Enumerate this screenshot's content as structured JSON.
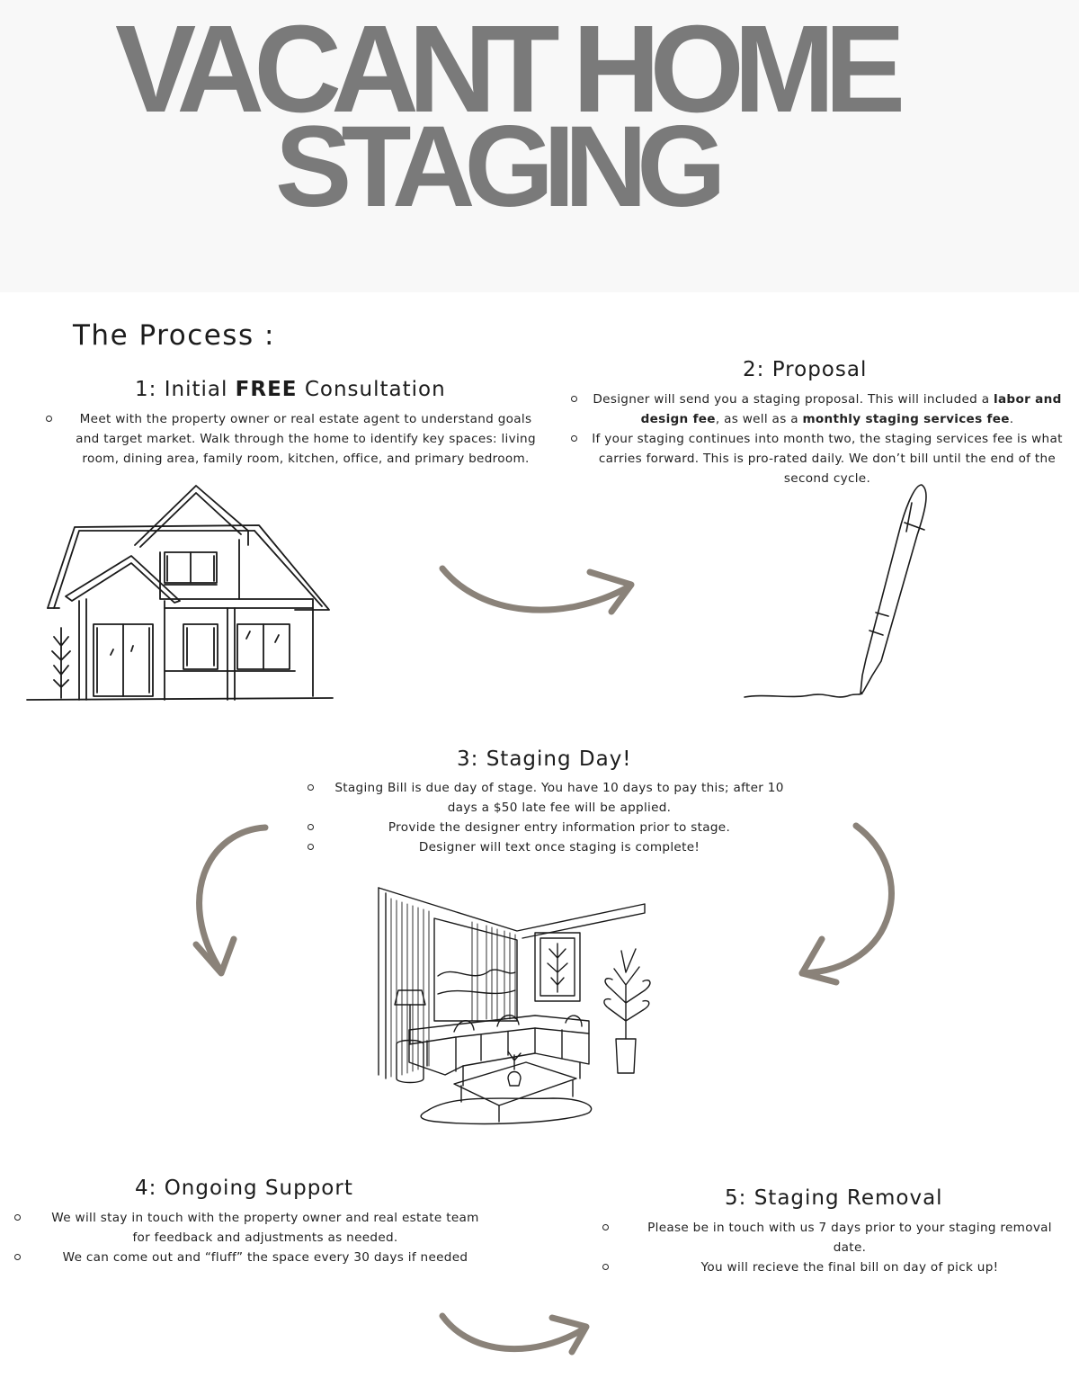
{
  "header": {
    "title_line1": "VACANT HOME",
    "title_line2": "STAGING"
  },
  "process_heading": "The Process :",
  "steps": [
    {
      "number": "1:",
      "title_pre": "Initial",
      "title_bold": "FREE",
      "title_post": "Consultation",
      "bullets": [
        "Meet with the property owner or real estate agent to understand goals and target market. Walk through the home to identify key spaces: living room, dining area, family room, kitchen, office, and primary bedroom."
      ]
    },
    {
      "number": "2:",
      "title": "Proposal",
      "bullet1": {
        "pre": "Designer will send you a staging proposal. This will included a",
        "bold1": "labor and design fee",
        "mid": ", as well as a",
        "bold2": "monthly staging services fee",
        "post": "."
      },
      "bullet2": "If your staging continues into month two, the staging services fee is what carries forward. This is pro-rated daily. We don’t bill until the end of the second cycle."
    },
    {
      "number": "3:",
      "title": "Staging Day!",
      "bullets": [
        "Staging Bill is due day of stage. You have 10 days to pay this; after 10 days a $50 late fee will be applied.",
        "Provide the designer entry information prior to stage.",
        "Designer will text once staging is complete!"
      ]
    },
    {
      "number": "4:",
      "title": "Ongoing Support",
      "bullets": [
        "We will stay in touch with the property owner and real estate team for feedback and adjustments as needed.",
        "We can come out and “fluff” the space every 30 days if needed"
      ]
    },
    {
      "number": "5:",
      "title": "Staging Removal",
      "bullets": [
        "Please be in touch with us 7 days prior to your staging removal date.",
        "You will recieve the final bill on day of pick up!"
      ]
    }
  ],
  "illustrations": {
    "house": "house-sketch-icon",
    "pen": "pen-sketch-icon",
    "living_room": "living-room-sketch-icon",
    "arrow": "curved-arrow-icon"
  },
  "colors": {
    "title": "#7a7a7a",
    "header_bg": "#f8f8f8",
    "arrow": "#8a8279",
    "text": "#1c1c1c"
  }
}
